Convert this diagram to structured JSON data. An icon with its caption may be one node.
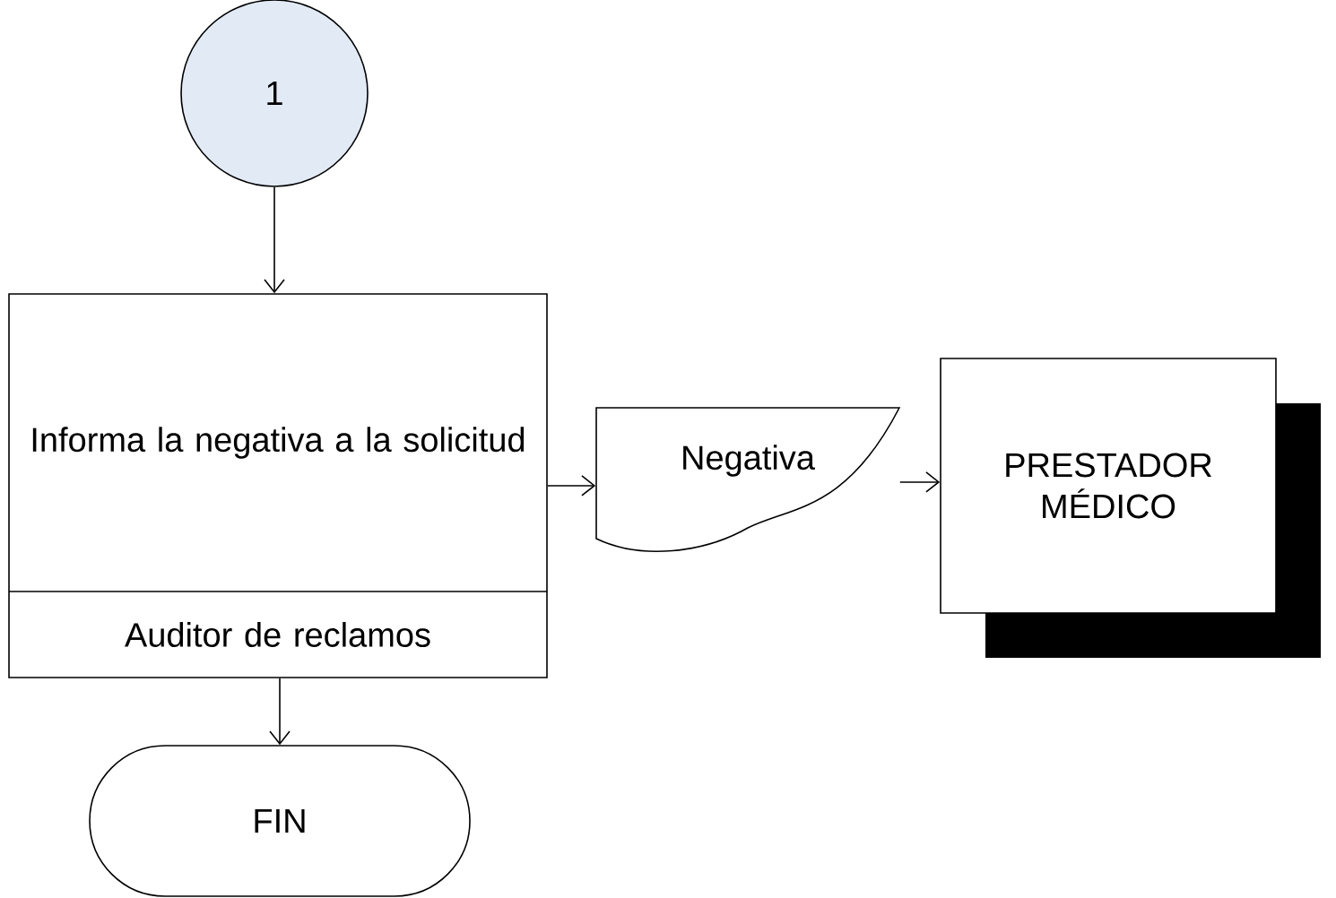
{
  "diagram": {
    "nodes": [
      {
        "text": [
          "1"
        ]
      },
      {
        "text": [
          "Informa la negativa a la solicitud",
          "Auditor de reclamos"
        ]
      },
      {
        "text": [
          "Negativa"
        ]
      },
      {
        "text": [
          "PRESTADOR MÉDICO"
        ]
      },
      {
        "text": [
          "FIN"
        ]
      }
    ],
    "edges": [
      {
        "from": 0,
        "to": 1,
        "arrow": "to"
      },
      {
        "from": 1,
        "to": 2,
        "arrow": "to"
      },
      {
        "from": 2,
        "to": 3,
        "arrow": "to"
      },
      {
        "from": 1,
        "to": 4,
        "arrow": "to"
      }
    ]
  }
}
